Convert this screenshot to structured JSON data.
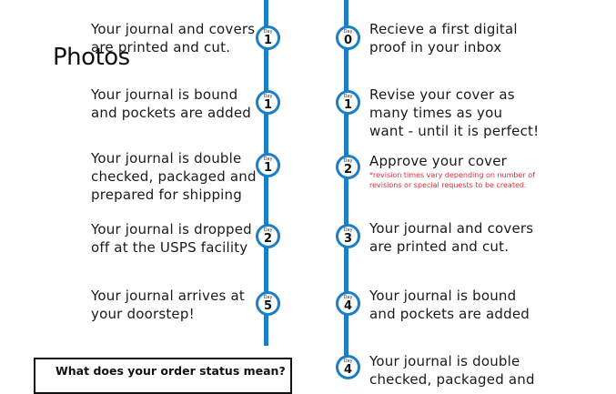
{
  "title": "Photos",
  "left_steps": [
    {
      "text": "Your journal and covers\nare printed and cut.",
      "day_label": "Day",
      "day": "1"
    },
    {
      "text": "Your journal is bound\nand pockets are added",
      "day_label": "Day",
      "day": "1"
    },
    {
      "text": "Your journal is double\nchecked, packaged and\nprepared for shipping",
      "day_label": "Day",
      "day": "1"
    },
    {
      "text": "Your journal is dropped\noff at the USPS facility",
      "day_label": "Day",
      "day": "2"
    },
    {
      "text": "Your journal arrives at\nyour doorstep!",
      "day_label": "Day",
      "day": "5"
    }
  ],
  "right_steps": [
    {
      "text": "Recieve a first digital\nproof in your inbox",
      "day_label": "Day",
      "day": "0"
    },
    {
      "text": "Revise your cover as\nmany times as you\nwant - until it is perfect!",
      "day_label": "Day",
      "day": "1"
    },
    {
      "text": "Approve your cover",
      "note": "*revision times vary depending on number of\nrevisions or special requests to be created.",
      "day_label": "Day",
      "day": "2"
    },
    {
      "text": "Your journal and covers\nare printed and cut.",
      "day_label": "Day",
      "day": "3"
    },
    {
      "text": "Your journal is bound\nand pockets are added",
      "day_label": "Day",
      "day": "4"
    },
    {
      "text": "Your journal is double\nchecked, packaged and",
      "day_label": "Day",
      "day": "4"
    }
  ],
  "status_box": {
    "title": "What does your order status mean?"
  },
  "colors": {
    "line": "#1a7fc4",
    "note": "#d9303a",
    "text": "#1a1a1a"
  }
}
